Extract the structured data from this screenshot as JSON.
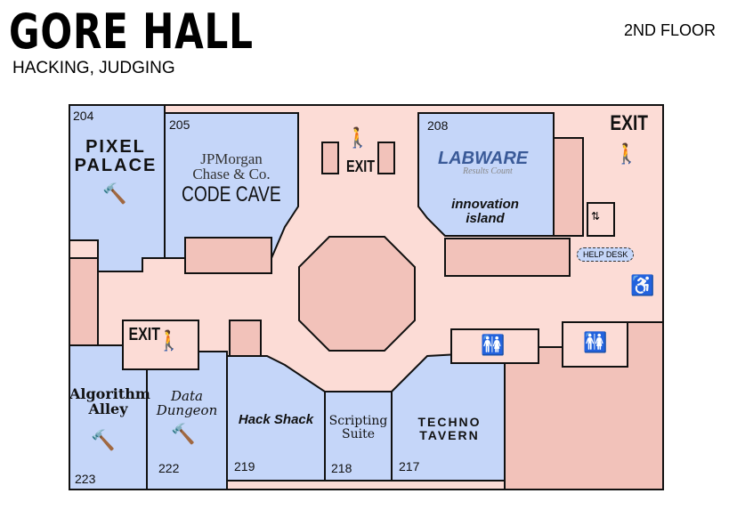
{
  "header": {
    "title": "GORE HALL",
    "subtitle": "HACKING, JUDGING",
    "floor": "2ND FLOOR"
  },
  "colors": {
    "room": "#c5d6f9",
    "hall": "#fcdcd6",
    "block": "#f2c2ba",
    "line": "#111111"
  },
  "rooms": [
    {
      "number": "204",
      "name_line1": "PIXEL",
      "name_line2": "PALACE",
      "icon": "gavel-icon"
    },
    {
      "number": "205",
      "sponsor_line1": "JPMorgan",
      "sponsor_line2": "Chase & Co.",
      "name": "CODE CAVE"
    },
    {
      "number": "208",
      "sponsor": "LABWARE",
      "sponsor_tagline": "Results Count",
      "name_line1": "innovation",
      "name_line2": "island"
    },
    {
      "number": "223",
      "name_line1": "Algorithm",
      "name_line2": "Alley",
      "icon": "gavel-icon"
    },
    {
      "number": "222",
      "name_line1": "Data",
      "name_line2": "Dungeon",
      "icon": "gavel-icon"
    },
    {
      "number": "219",
      "name": "Hack Shack"
    },
    {
      "number": "218",
      "name_line1": "Scripting",
      "name_line2": "Suite"
    },
    {
      "number": "217",
      "name_line1": "TECHNO",
      "name_line2": "TAVERN"
    }
  ],
  "exits": {
    "label": "EXIT"
  },
  "help_desk": "HELP DESK"
}
